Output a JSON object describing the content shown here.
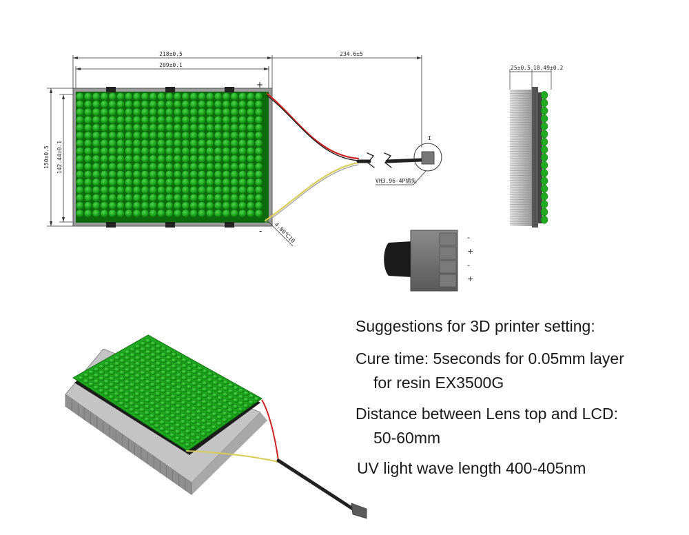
{
  "drawing": {
    "dim_overall_width": "218±0.5",
    "dim_inner_width": "209±0.1",
    "dim_cable_length": "234.6±5",
    "dim_height_outer": "150±0.5",
    "dim_height_inner": "142.44±0.1",
    "dim_side_thickness": "25±0.5",
    "dim_side_lens": "18.49±0.2",
    "connector_label": "VH3.96-4P插头",
    "wire_label": "4-80℃10",
    "plus_mark": "+",
    "minus_mark": "-",
    "callout_mark": "I",
    "pin_labels": [
      "-",
      "+",
      "-",
      "+"
    ]
  },
  "notes": {
    "heading": "Suggestions for 3D printer setting:",
    "cure_line1": "Cure time: 5seconds for 0.05mm layer",
    "cure_line2": "for resin EX3500G",
    "distance_line1": "Distance between Lens top and LCD:",
    "distance_line2": "50-60mm",
    "uv_line": "UV light wave length 400-405nm"
  },
  "colors": {
    "lens_green": "#1faa1f",
    "lens_dark": "#0c6a0c",
    "heatsink": "#b8b8b8",
    "wire_red": "#cc2222",
    "wire_yellow": "#d8cc55"
  }
}
